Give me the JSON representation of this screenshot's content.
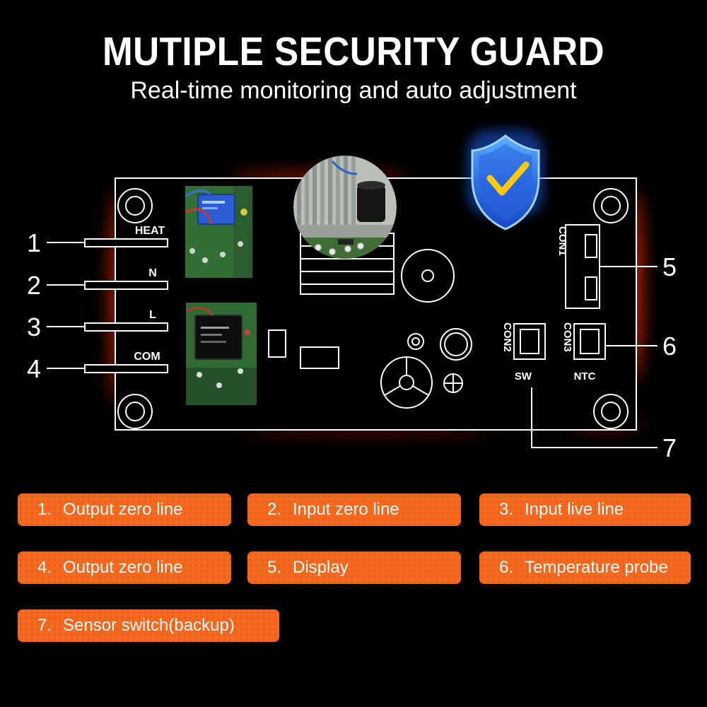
{
  "header": {
    "title": "MUTIPLE SECURITY GUARD",
    "subtitle": "Real-time monitoring and auto adjustment"
  },
  "diagram": {
    "pin_labels": {
      "pin1": "HEAT",
      "pin2": "N",
      "pin3": "L",
      "pin4": "COM"
    },
    "connector_labels": {
      "con1": "CON1",
      "con2": "CON2",
      "con3": "CON3",
      "sw": "SW",
      "ntc": "NTC"
    },
    "callouts": {
      "c1": "1",
      "c2": "2",
      "c3": "3",
      "c4": "4",
      "c5": "5",
      "c6": "6",
      "c7": "7"
    },
    "shield_icon": "security-shield-check-icon"
  },
  "legend": {
    "items": [
      {
        "num": "1.",
        "label": "Output zero line"
      },
      {
        "num": "2.",
        "label": "Input zero line"
      },
      {
        "num": "3.",
        "label": "Input live line"
      },
      {
        "num": "4.",
        "label": "Output zero line"
      },
      {
        "num": "5.",
        "label": "Display"
      },
      {
        "num": "6.",
        "label": "Temperature probe"
      },
      {
        "num": "7.",
        "label": "Sensor switch(backup)"
      }
    ]
  },
  "colors": {
    "background": "#000000",
    "legend_orange": "#f4691e",
    "line_white": "#ffffff",
    "shield_blue": "#2d6fe0",
    "shield_glow": "#3f8cff",
    "check_yellow": "#ffc812",
    "glow_red": "#e02a10",
    "pcb_green": "#326e36"
  }
}
